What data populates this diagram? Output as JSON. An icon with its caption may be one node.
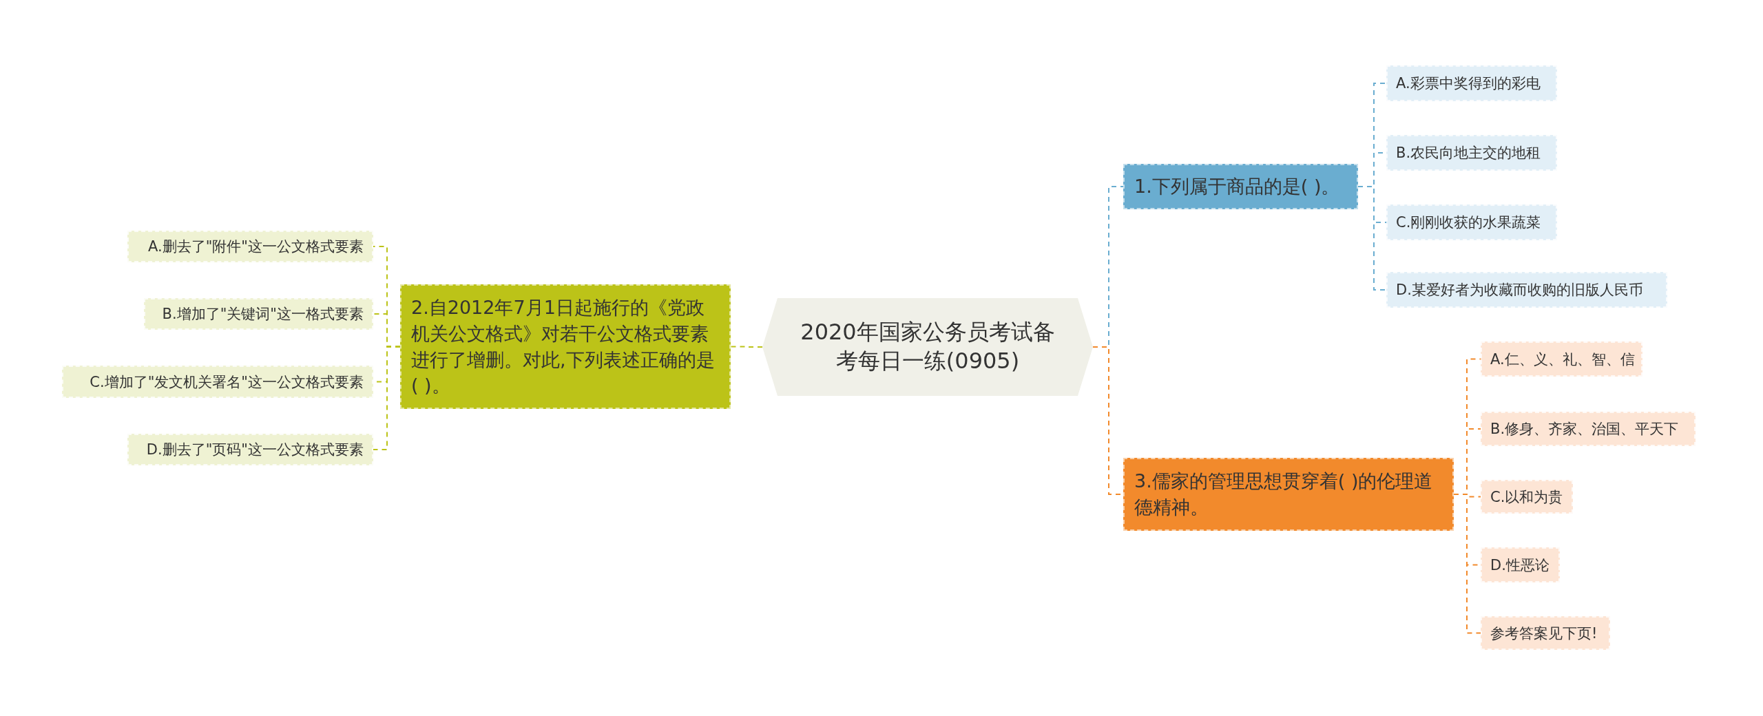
{
  "diagram": {
    "nodes": [
      {
        "text": [
          "2020年国家公务员考试备考每日一练(0905)"
        ]
      },
      {
        "text": [
          "1.下列属于商品的是( )。"
        ]
      },
      {
        "text": [
          "A.彩票中奖得到的彩电"
        ]
      },
      {
        "text": [
          "B.农民向地主交的地租"
        ]
      },
      {
        "text": [
          "C.刚刚收获的水果蔬菜"
        ]
      },
      {
        "text": [
          "D.某爱好者为收藏而收购的旧版人民币"
        ]
      },
      {
        "text": [
          "2.自2012年7月1日起施行的《党政机关公文格式》对若干公文格式要素进行了增删。对此,下列表述正确的是( )。"
        ]
      },
      {
        "text": [
          "A.删去了\"附件\"这一公文格式要素"
        ]
      },
      {
        "text": [
          "B.增加了\"关键词\"这一格式要素"
        ]
      },
      {
        "text": [
          "C.增加了\"发文机关署名\"这一公文格式要素"
        ]
      },
      {
        "text": [
          "D.删去了\"页码\"这一公文格式要素"
        ]
      },
      {
        "text": [
          "3.儒家的管理思想贯穿着( )的伦理道德精神。"
        ]
      },
      {
        "text": [
          "A.仁、义、礼、智、信"
        ]
      },
      {
        "text": [
          "B.修身、齐家、治国、平天下"
        ]
      },
      {
        "text": [
          "C.以和为贵"
        ]
      },
      {
        "text": [
          "D.性恶论"
        ]
      },
      {
        "text": [
          "参考答案见下页!"
        ]
      }
    ],
    "edges": [
      {
        "from": 0,
        "to": 1,
        "arrow": "none",
        "style": "dashed",
        "color": "#6aadd0"
      },
      {
        "from": 1,
        "to": 2,
        "arrow": "none",
        "style": "dashed",
        "color": "#6aadd0"
      },
      {
        "from": 1,
        "to": 3,
        "arrow": "none",
        "style": "dashed",
        "color": "#6aadd0"
      },
      {
        "from": 1,
        "to": 4,
        "arrow": "none",
        "style": "dashed",
        "color": "#6aadd0"
      },
      {
        "from": 1,
        "to": 5,
        "arrow": "none",
        "style": "dashed",
        "color": "#6aadd0"
      },
      {
        "from": 0,
        "to": 6,
        "arrow": "none",
        "style": "dashed",
        "color": "#bcc318"
      },
      {
        "from": 6,
        "to": 7,
        "arrow": "none",
        "style": "dashed",
        "color": "#bcc318"
      },
      {
        "from": 6,
        "to": 8,
        "arrow": "none",
        "style": "dashed",
        "color": "#bcc318"
      },
      {
        "from": 6,
        "to": 9,
        "arrow": "none",
        "style": "dashed",
        "color": "#bcc318"
      },
      {
        "from": 6,
        "to": 10,
        "arrow": "none",
        "style": "dashed",
        "color": "#bcc318"
      },
      {
        "from": 0,
        "to": 11,
        "arrow": "none",
        "style": "dashed",
        "color": "#f28a2c"
      },
      {
        "from": 11,
        "to": 12,
        "arrow": "none",
        "style": "dashed",
        "color": "#f28a2c"
      },
      {
        "from": 11,
        "to": 13,
        "arrow": "none",
        "style": "dashed",
        "color": "#f28a2c"
      },
      {
        "from": 11,
        "to": 14,
        "arrow": "none",
        "style": "dashed",
        "color": "#f28a2c"
      },
      {
        "from": 11,
        "to": 15,
        "arrow": "none",
        "style": "dashed",
        "color": "#f28a2c"
      },
      {
        "from": 11,
        "to": 16,
        "arrow": "none",
        "style": "dashed",
        "color": "#f28a2c"
      }
    ]
  }
}
